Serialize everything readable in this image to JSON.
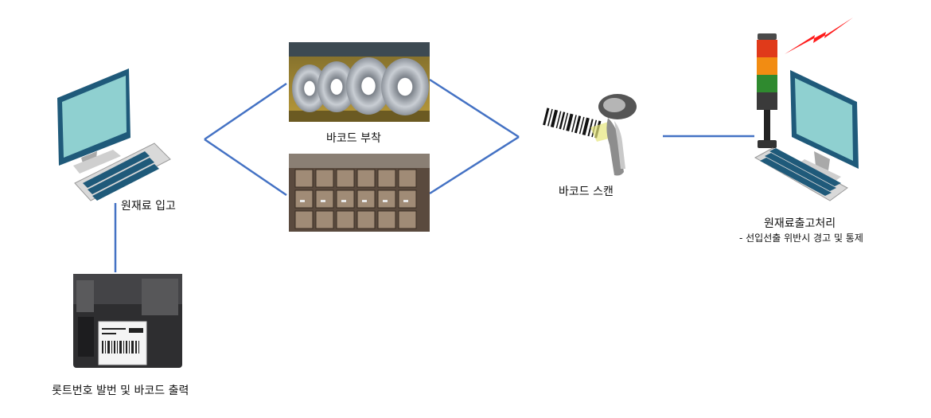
{
  "labels": {
    "intake": "원재료 입고",
    "print": "롯트번호 발번 및 바코드 출력",
    "attach": "바코드 부착",
    "scan": "바코드 스캔",
    "release": "원재료출고처리",
    "release_note": "- 선입선출 위반시 경고 및 통제"
  },
  "icons": {
    "intake_pc": "desktop-computer-icon",
    "printer": "label-printer-icon",
    "coils": "steel-coil-photo",
    "beams": "h-beam-photo",
    "scanner": "barcode-scanner-icon",
    "release_pc": "desktop-computer-icon",
    "light": "signal-tower-light-icon",
    "alert": "lightning-alert-icon"
  },
  "colors": {
    "connector": "#4472c4",
    "monitor_frame": "#1f5a7a",
    "screen": "#8fd0d0",
    "alert": "#ff1a1a"
  }
}
